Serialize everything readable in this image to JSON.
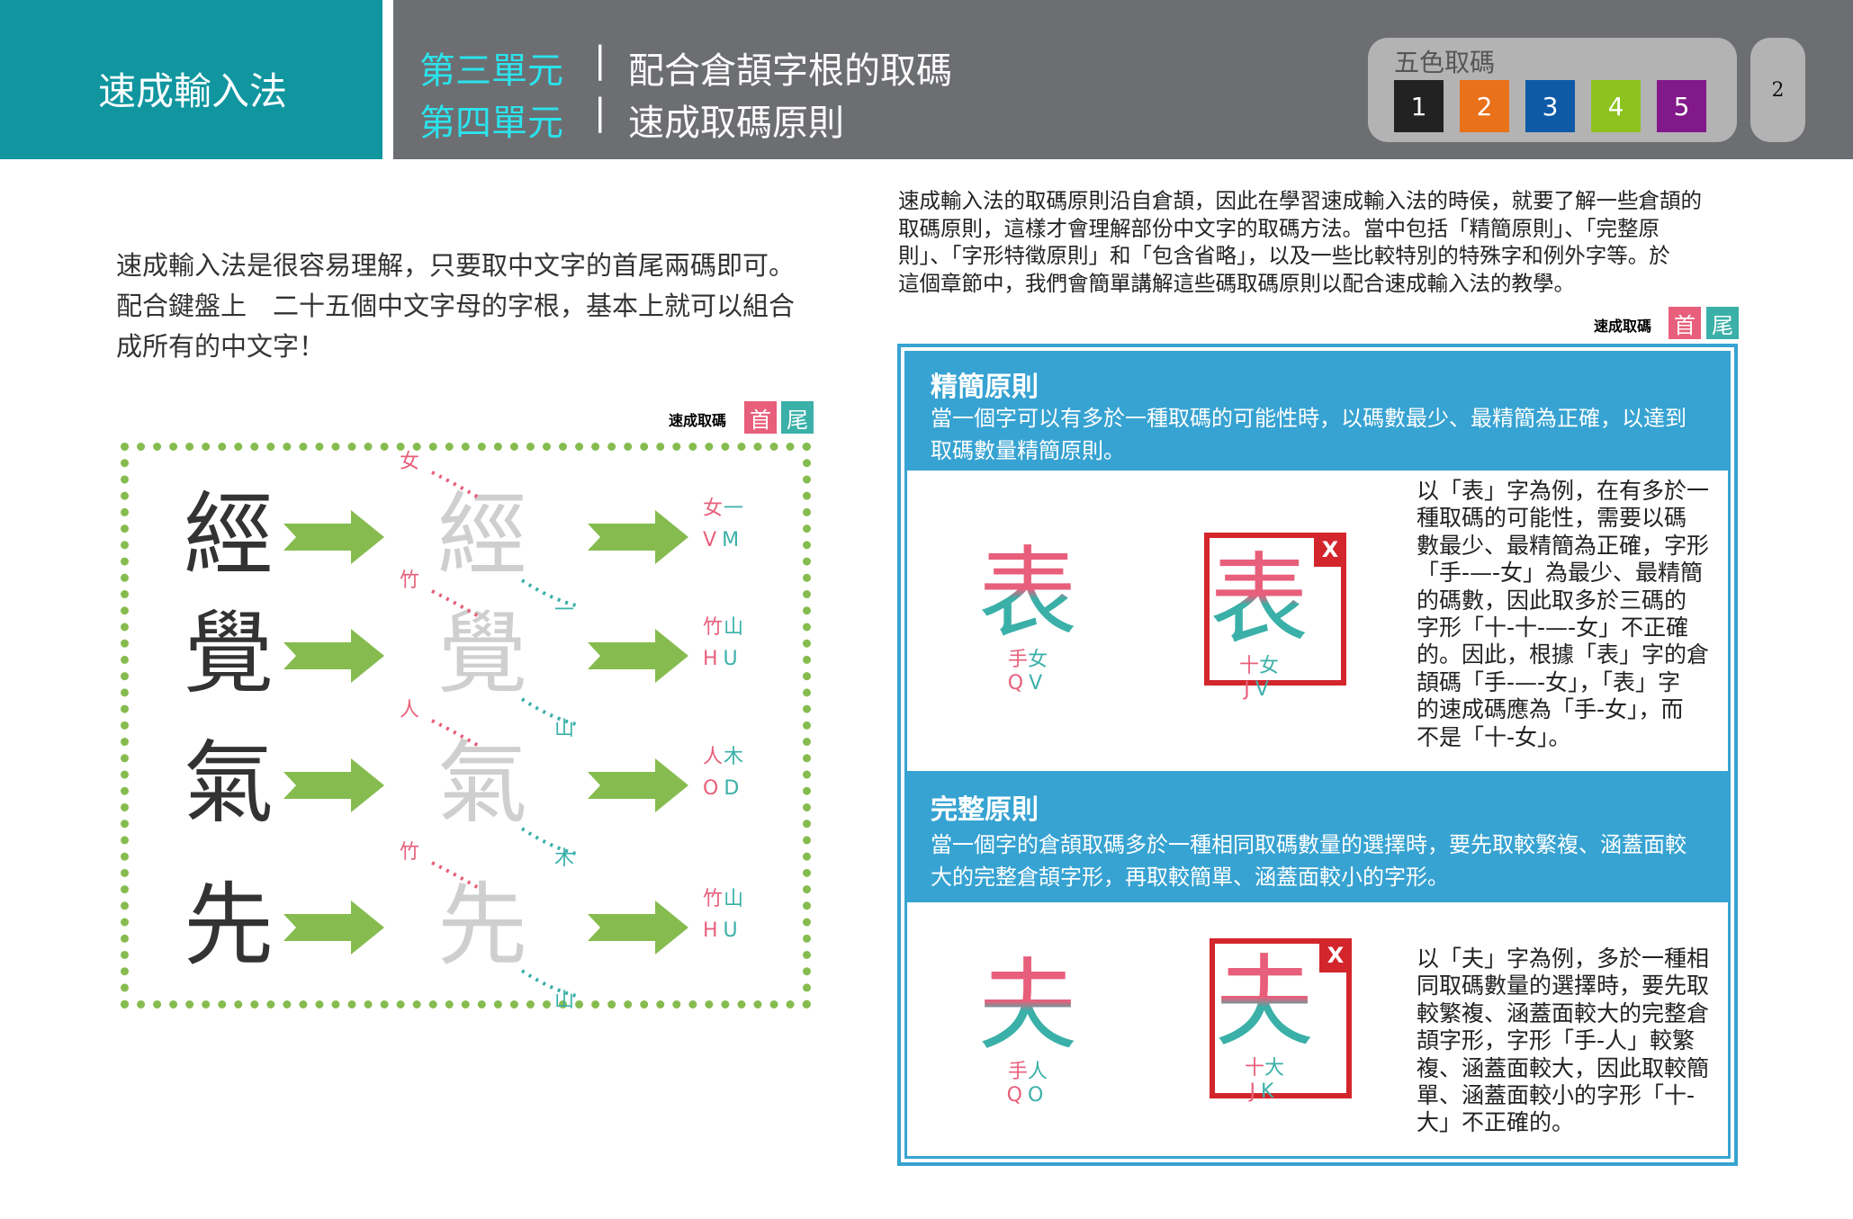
{
  "header": {
    "app_title": "速成輸入法",
    "units": [
      {
        "label": "第三單元",
        "title": "配合倉頡字根的取碼"
      },
      {
        "label": "第四單元",
        "title": "速成取碼原則"
      }
    ],
    "separator": "|",
    "five_color": {
      "label": "五色取碼",
      "keys": [
        {
          "n": "1",
          "color": "#222222"
        },
        {
          "n": "2",
          "color": "#e8711a"
        },
        {
          "n": "3",
          "color": "#0e5aa7"
        },
        {
          "n": "4",
          "color": "#8dc21f"
        },
        {
          "n": "5",
          "color": "#82198a"
        }
      ]
    },
    "page_number": "2"
  },
  "left": {
    "paragraph": [
      "速成輸入法是很容易理解，只要取中文字的首尾兩碼即可。",
      "配合鍵盤上　二十五個中文字母的字根，基本上就可以組合",
      "成所有的中文字！"
    ],
    "tag": {
      "label": "速成取碼",
      "first": "首",
      "last": "尾"
    },
    "rows": [
      {
        "char": "經",
        "first_root": "女",
        "last_root": "一",
        "roots": "女一",
        "keys": [
          "V",
          "M"
        ]
      },
      {
        "char": "覺",
        "first_root": "竹",
        "last_root": "山",
        "roots": "竹山",
        "keys": [
          "H",
          "U"
        ]
      },
      {
        "char": "氣",
        "first_root": "人",
        "last_root": "木",
        "roots": "人木",
        "keys": [
          "O",
          "D"
        ]
      },
      {
        "char": "先",
        "first_root": "竹",
        "last_root": "山",
        "roots": "竹山",
        "keys": [
          "H",
          "U"
        ]
      }
    ]
  },
  "right": {
    "intro": [
      "速成輸入法的取碼原則沿自倉頡，因此在學習速成輸入法的時侯，就要了解一些倉頡的",
      "取碼原則，這樣才會理解部份中文字的取碼方法。當中包括「精簡原則」、「完整原",
      "則」、「字形特徵原則」和「包含省略」，以及一些比較特別的特殊字和例外字等。於",
      "這個章節中，我們會簡單講解這些碼取碼原則以配合速成輸入法的教學。"
    ],
    "tag": {
      "label": "速成取碼",
      "first": "首",
      "last": "尾"
    },
    "sections": [
      {
        "title": "精簡原則",
        "desc": [
          "當一個字可以有多於一種取碼的可能性時，以碼數最少、最精簡為正確，以達到",
          "取碼數量精簡原則。"
        ],
        "correct": {
          "char": "表",
          "roots": [
            "手",
            "女"
          ],
          "keys": [
            "Q",
            "V"
          ]
        },
        "wrong": {
          "char": "表",
          "roots": [
            "十",
            "女"
          ],
          "keys": [
            "J",
            "V"
          ],
          "mark": "X"
        },
        "explain": [
          "以「表」字為例，在有多於一",
          "種取碼的可能性，需要以碼",
          "數最少、最精簡為正確，字形",
          "「手-—-女」為最少、最精簡",
          "的碼數，因此取多於三碼的",
          "字形「十-十-—-女」不正確",
          "的。因此，根據「表」字的倉",
          "頡碼「手-—-女」，「表」字",
          "的速成碼應為「手-女」，而",
          "不是「十-女」。"
        ]
      },
      {
        "title": "完整原則",
        "desc": [
          "當一個字的倉頡取碼多於一種相同取碼數量的選擇時，要先取較繁複、涵蓋面較",
          "大的完整倉頡字形，再取較簡單、涵蓋面較小的字形。"
        ],
        "correct": {
          "char": "夫",
          "roots": [
            "手",
            "人"
          ],
          "keys": [
            "Q",
            "O"
          ]
        },
        "wrong": {
          "char": "夫",
          "roots": [
            "十",
            "大"
          ],
          "keys": [
            "J",
            "K"
          ],
          "mark": "X"
        },
        "explain": [
          "以「夫」字為例，多於一種相",
          "同取碼數量的選擇時，要先取",
          "較繁複、涵蓋面較大的完整倉",
          "頡字形，字形「手-人」較繁",
          "複、涵蓋面較大，因此取較簡",
          "單、涵蓋面較小的字形「十-",
          "大」不正確的。"
        ]
      }
    ]
  },
  "colors": {
    "teal": "#1196a0",
    "header_gray": "#6d6e72",
    "pink": "#e85f7b",
    "green": "#86bc4f",
    "blue": "#37a3d2",
    "red": "#d3252c"
  }
}
